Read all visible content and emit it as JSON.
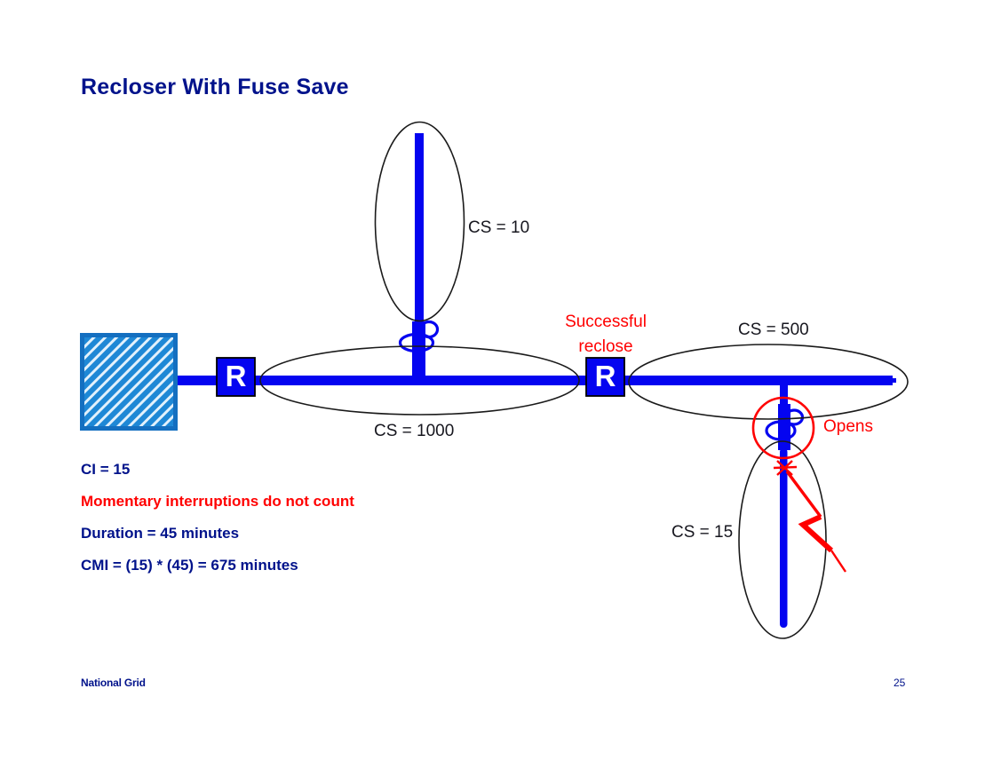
{
  "slide": {
    "title": "Recloser With Fuse Save",
    "footer": {
      "brand": "National Grid",
      "page": "25"
    }
  },
  "diagram": {
    "recloser_label": "R",
    "labels": {
      "cs_top": "CS = 10",
      "cs_main": "CS = 1000",
      "cs_right": "CS = 500",
      "cs_bottom": "CS = 15",
      "reclose_line1": "Successful",
      "reclose_line2": "reclose",
      "opens": "Opens"
    },
    "colors": {
      "line_blue": "#0404F0",
      "navy_text": "#00128B",
      "alert_red": "#FF0000",
      "substation_fill": "#1E88D6",
      "substation_hatch": "#E2F1FC",
      "substation_border": "#146FC0",
      "ellipse_stroke": "#1A1A1A",
      "label_dark": "#17171F"
    }
  },
  "notes": [
    {
      "text": "CI = 15"
    },
    {
      "text": "Momentary interruptions do not count"
    },
    {
      "text": "Duration = 45 minutes"
    },
    {
      "text": "CMI = (15) * (45) = 675 minutes"
    }
  ]
}
